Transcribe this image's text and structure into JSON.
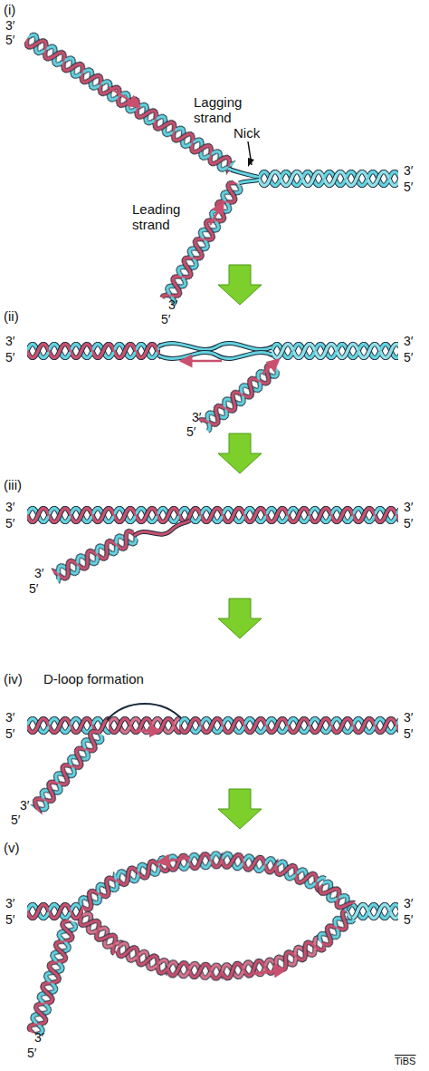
{
  "diagram": {
    "labels": [
      "(i)",
      "3′",
      "5′",
      "Lagging strand",
      "Nick",
      "3′",
      "5′",
      "Leading strand",
      "3′",
      "5′",
      "(ii)",
      "3′",
      "5′",
      "3′",
      "5′",
      "3′",
      "5′",
      "(iii)",
      "3′",
      "5′",
      "3′",
      "5′",
      "3′",
      "5′",
      "(iv)",
      "D-loop formation",
      "3′",
      "5′",
      "3′",
      "5′",
      "3′",
      "5′",
      "(v)",
      "3′",
      "5′",
      "3′",
      "5′",
      "3′",
      "5′",
      "TiBS"
    ]
  }
}
